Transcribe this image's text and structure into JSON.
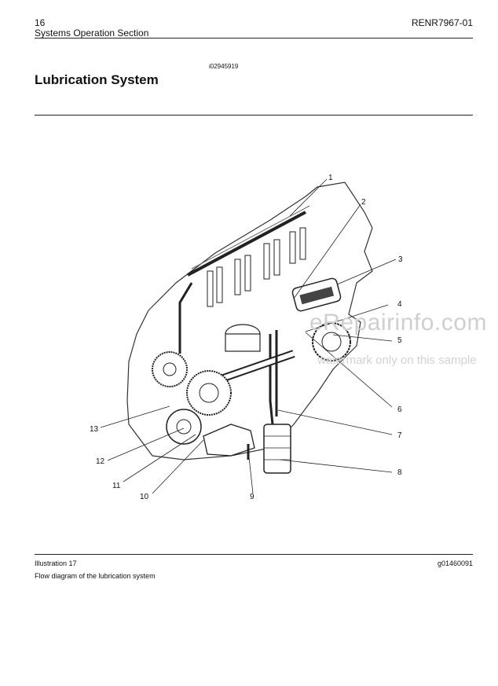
{
  "header": {
    "page_number": "16",
    "section": "Systems Operation Section",
    "doc_number": "RENR7967-01"
  },
  "doc_id": "i02945919",
  "title": "Lubrication System",
  "illustration": {
    "callouts": [
      "1",
      "2",
      "3",
      "4",
      "5",
      "6",
      "7",
      "8",
      "9",
      "10",
      "11",
      "12",
      "13"
    ]
  },
  "watermark": {
    "line1": "eRepairinfo.com",
    "line2": "watermark only on this sample"
  },
  "caption": {
    "number": "Illustration 17",
    "code": "g01460091",
    "text": "Flow diagram of the lubrication system"
  }
}
